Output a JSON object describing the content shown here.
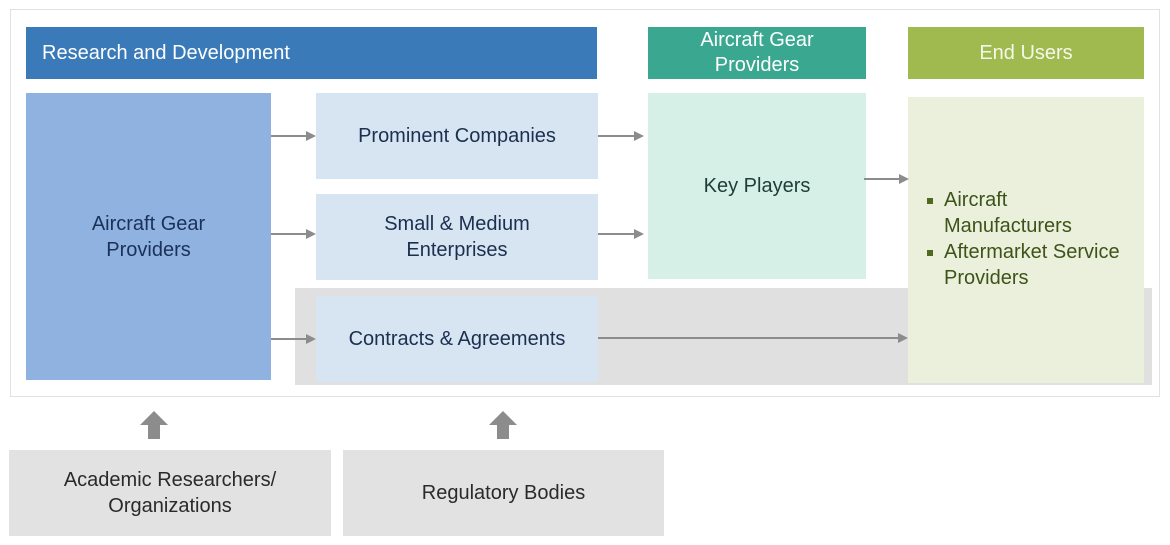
{
  "headers": {
    "research_development": "Research and Development",
    "aircraft_gear_providers": "Aircraft Gear\nProviders",
    "end_users": "End Users"
  },
  "boxes": {
    "aircraft_gear_providers": "Aircraft Gear\nProviders",
    "prominent_companies": "Prominent Companies",
    "small_medium_enterprises": "Small & Medium\nEnterprises",
    "contracts_agreements": "Contracts & Agreements",
    "key_players": "Key Players"
  },
  "end_users_list": [
    "Aircraft Manufacturers",
    "Aftermarket Service Providers"
  ],
  "sources": {
    "academic": "Academic Researchers/\nOrganizations",
    "regulatory": "Regulatory Bodies"
  },
  "icons": {
    "connector_arrow": "arrow-right-icon",
    "input_arrow": "arrow-up-icon",
    "list_bullet": "square-bullet-icon"
  },
  "colors": {
    "rd_header": "#3a7ab8",
    "agp_header": "#3aa890",
    "eu_header": "#a0ba50",
    "agp_box": "#8fb2e0",
    "light_blue": "#d7e4f2",
    "key_players": "#d6f0e8",
    "end_users_box": "#ebf0dd",
    "gray": "#e0e0e0",
    "arrow": "#8c8c8c"
  }
}
